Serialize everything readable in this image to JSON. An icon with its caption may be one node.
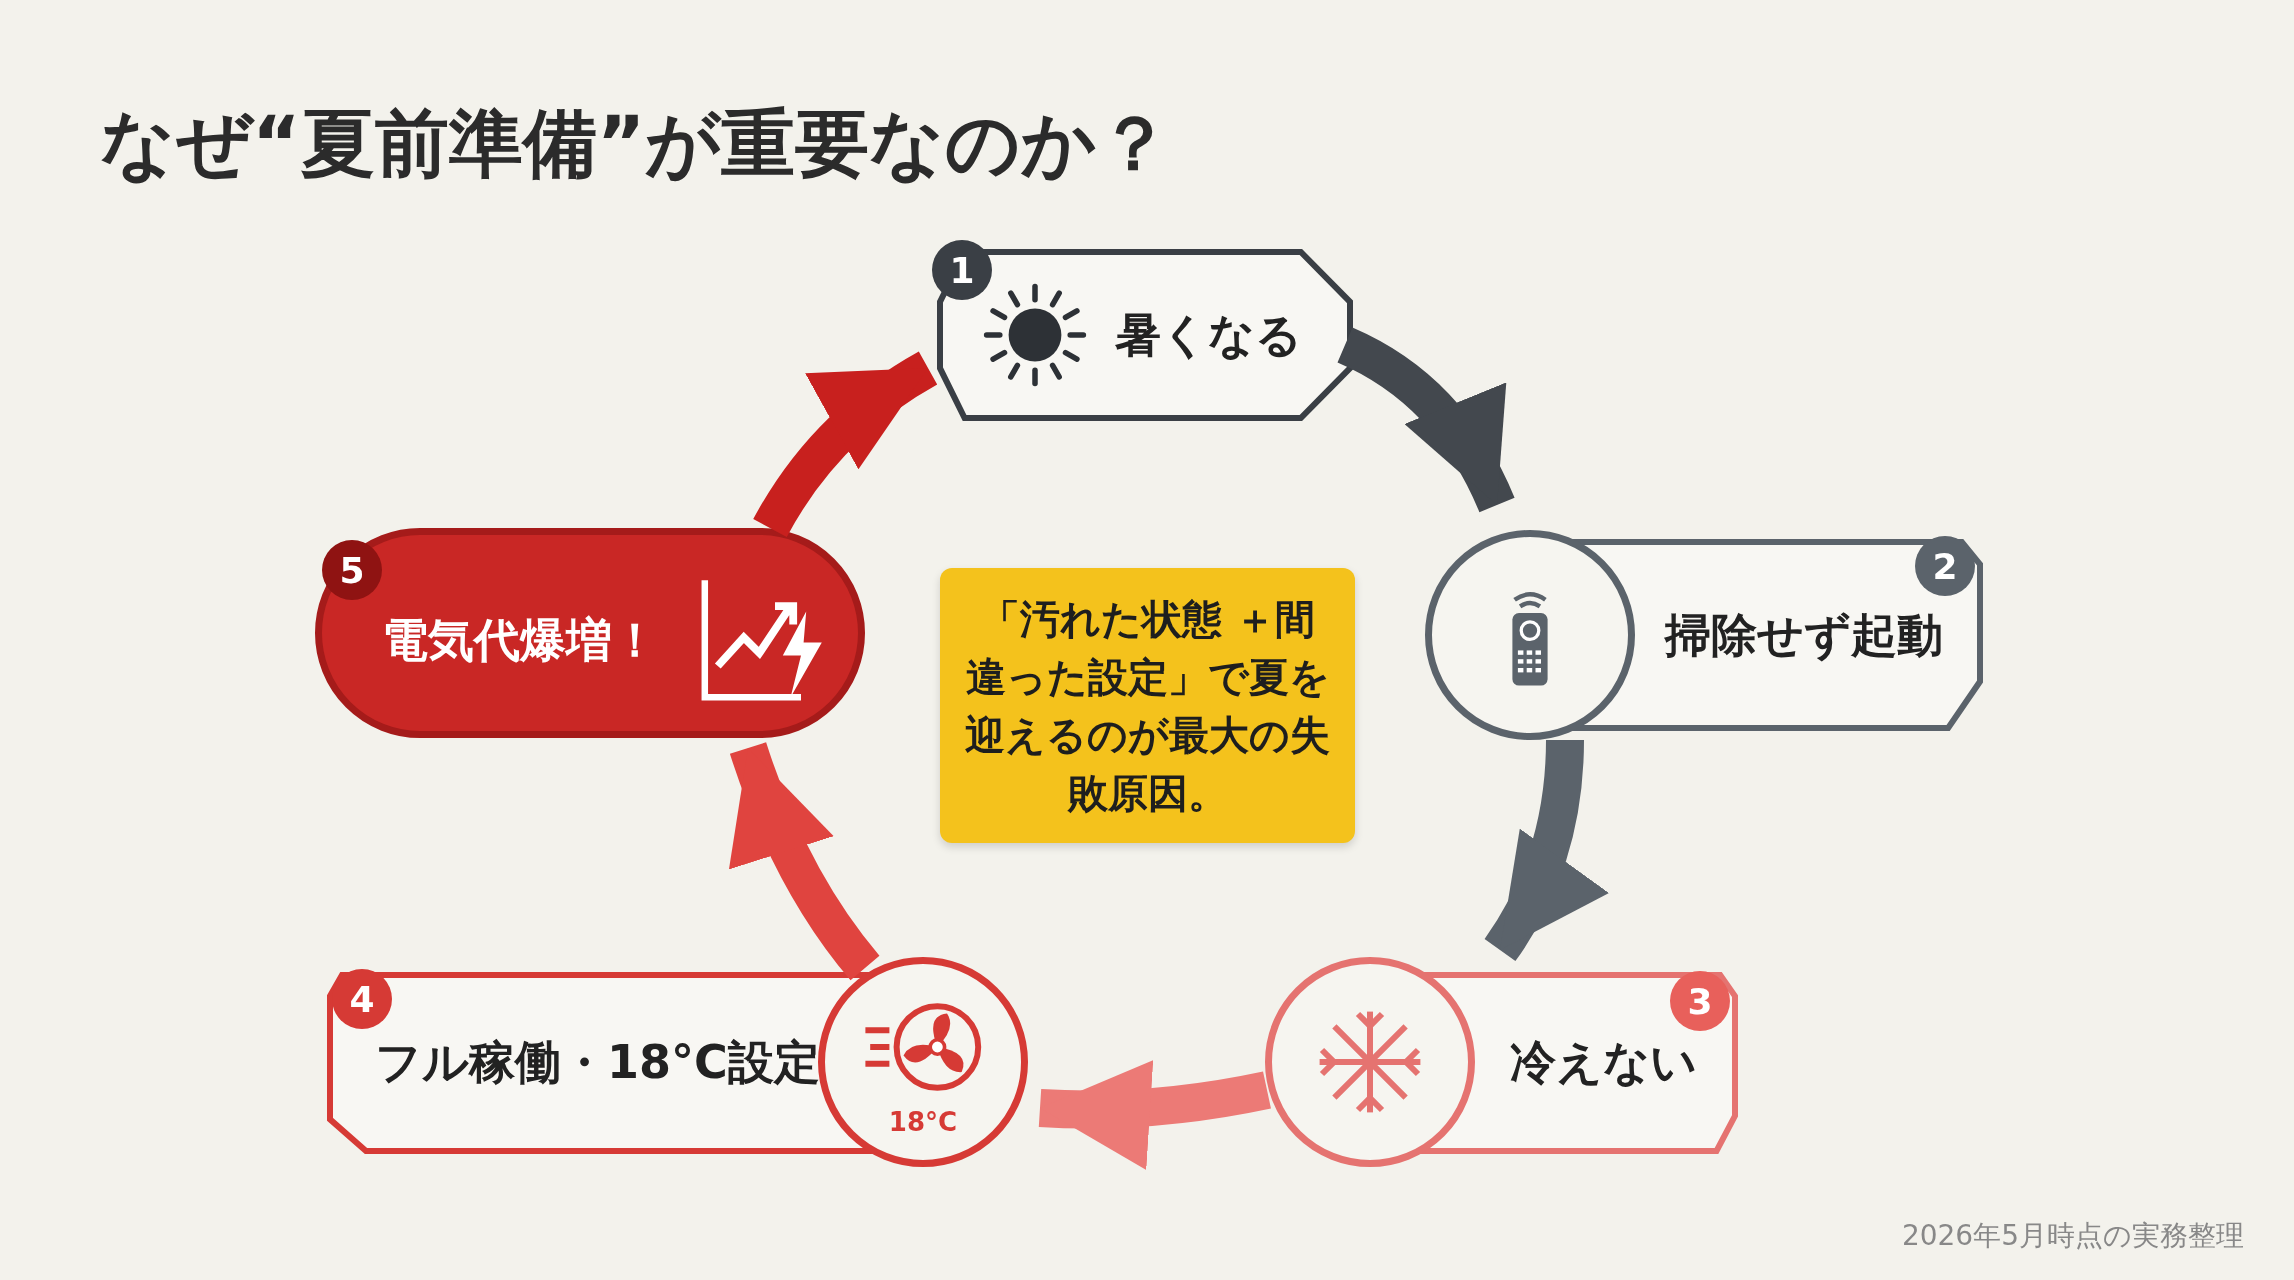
{
  "diagram": {
    "title": "なぜ“夏前準備”が重要なのか？",
    "nodes": [
      {
        "text": [
          "1",
          "暑くなる"
        ]
      },
      {
        "text": [
          "2",
          "掃除せず起動"
        ]
      },
      {
        "text": [
          "3",
          "冷えない"
        ]
      },
      {
        "text": [
          "4",
          "フル稼働・18°C設定",
          "18°C"
        ]
      },
      {
        "text": [
          "5",
          "電気代爆増！"
        ]
      },
      {
        "text": [
          "「汚れた状態 ＋間違った設定」で夏を迎えるのが最大の失敗原因。"
        ]
      }
    ],
    "edges": [
      {
        "from": 0,
        "to": 1,
        "arrow": "to",
        "color": "#43484e"
      },
      {
        "from": 1,
        "to": 2,
        "arrow": "to",
        "color": "#5b636b"
      },
      {
        "from": 2,
        "to": 3,
        "arrow": "to",
        "color": "#ec7a76"
      },
      {
        "from": 3,
        "to": 4,
        "arrow": "to",
        "color": "#e0443f"
      },
      {
        "from": 4,
        "to": 0,
        "arrow": "to",
        "color": "#c8201e"
      }
    ],
    "labels": [
      "2026年5月時点の実務整理"
    ]
  }
}
